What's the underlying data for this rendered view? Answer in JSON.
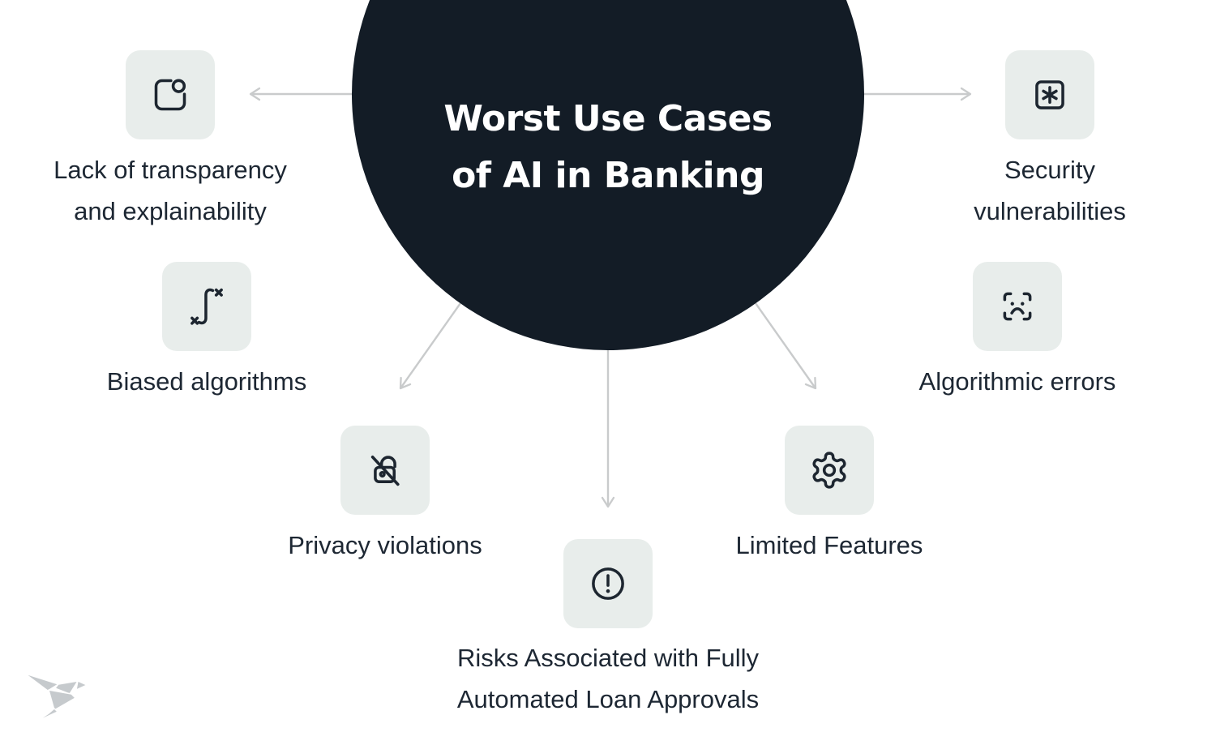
{
  "center": {
    "title": "Worst Use Cases\nof AI in Banking"
  },
  "nodes": [
    {
      "label": "Lack of transparency\nand explainability",
      "icon": "transparency-share-square-icon"
    },
    {
      "label": "Biased algorithms",
      "icon": "math-integral-icon"
    },
    {
      "label": "Privacy violations",
      "icon": "lock-slash-icon"
    },
    {
      "label": "Risks Associated with Fully\nAutomated Loan Approvals",
      "icon": "alert-circle-icon"
    },
    {
      "label": "Limited Features",
      "icon": "gear-icon"
    },
    {
      "label": "Algorithmic errors",
      "icon": "sad-face-scan-icon"
    },
    {
      "label": "Security\nvulnerabilities",
      "icon": "asterisk-square-icon"
    }
  ],
  "branding": {
    "logo": "origami-bird-logo"
  },
  "colors": {
    "circle_bg": "#131c26",
    "tile_bg": "#e8edeb",
    "icon_stroke": "#1d2630",
    "label_text": "#1d2733",
    "arrow": "#c9cbcc",
    "logo_gray": "#c6cacd"
  }
}
